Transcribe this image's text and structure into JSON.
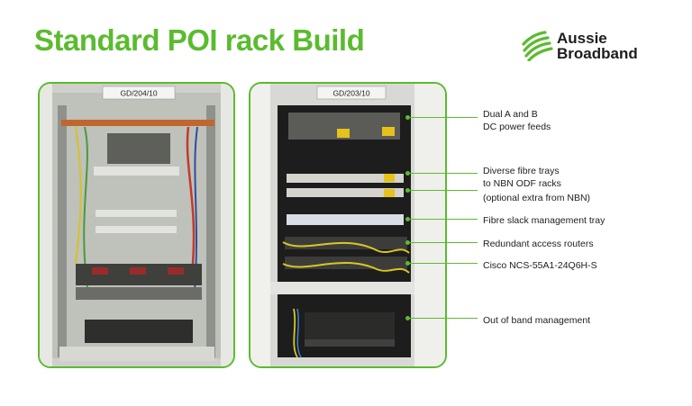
{
  "page": {
    "title": "Standard POI rack Build"
  },
  "logo": {
    "line1": "Aussie",
    "line2": "Broadband",
    "icon": "aussie-broadband-logo-mark"
  },
  "photos": {
    "left": {
      "rack_label": "GD/204/10"
    },
    "right": {
      "rack_label": "GD/203/10"
    }
  },
  "annotations": [
    {
      "line1": "Dual A and B",
      "line2": "DC power feeds"
    },
    {
      "line1": "Diverse fibre trays",
      "line2": "to NBN ODF racks"
    },
    {
      "line1": "(optional extra from NBN)",
      "line2": ""
    },
    {
      "line1": "Fibre slack management tray",
      "line2": ""
    },
    {
      "line1": "Redundant access routers",
      "line2": ""
    },
    {
      "line1": "Cisco NCS-55A1-24Q6H-S",
      "line2": ""
    },
    {
      "line1": "Out of band management",
      "line2": ""
    }
  ],
  "colors": {
    "accent": "#5bbb2f",
    "text": "#1d1d1d"
  }
}
